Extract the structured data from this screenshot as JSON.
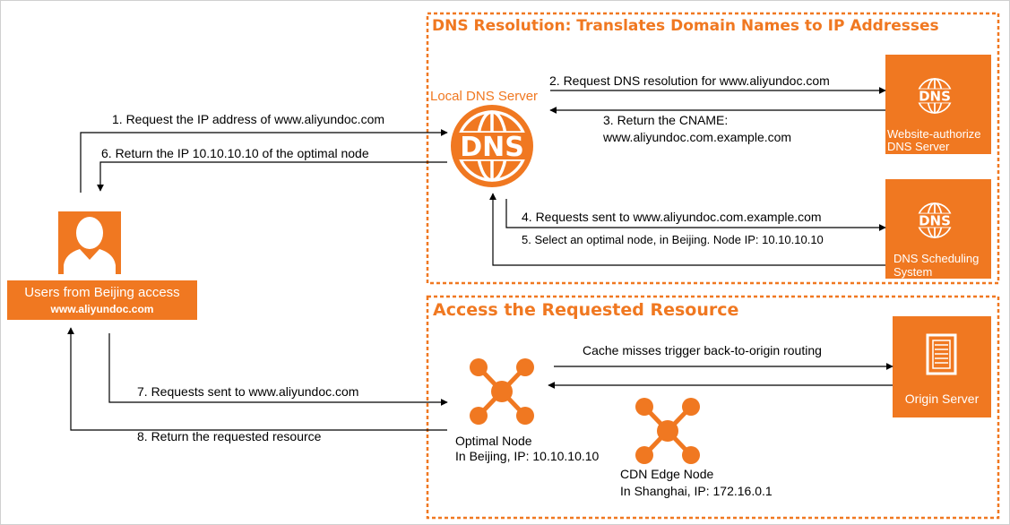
{
  "colors": {
    "accent": "#f07821",
    "line": "#000000",
    "frame": "#d0d0d0"
  },
  "sections": {
    "dns": {
      "title": "DNS Resolution: Translates Domain Names to IP Addresses"
    },
    "access": {
      "title": "Access the Requested Resource"
    }
  },
  "user": {
    "icon": "user-icon",
    "line1": "Users from Beijing access",
    "line2": "www.aliyundoc.com"
  },
  "local_dns": {
    "label": "Local DNS Server",
    "icon": "dns-globe-icon"
  },
  "auth_dns": {
    "icon": "dns-globe-icon",
    "line1": "Website-authorize",
    "line2": "DNS Server"
  },
  "sched_dns": {
    "icon": "dns-globe-icon",
    "line1": "DNS Scheduling",
    "line2": "System"
  },
  "origin": {
    "icon": "server-icon",
    "label": "Origin Server"
  },
  "optimal_node": {
    "icon": "network-node-icon",
    "line1": "Optimal Node",
    "line2": "In Beijing, IP: 10.10.10.10"
  },
  "edge_node": {
    "icon": "network-node-icon",
    "line1": "CDN Edge Node",
    "line2": "In Shanghai, IP: 172.16.0.1"
  },
  "steps": {
    "s1": "1. Request the IP address of www.aliyundoc.com",
    "s2": "2. Request DNS resolution for www.aliyundoc.com",
    "s3a": "3. Return the CNAME:",
    "s3b": "www.aliyundoc.com.example.com",
    "s4": "4. Requests sent to www.aliyundoc.com.example.com",
    "s5": "5. Select an optimal node, in Beijing. Node IP: 10.10.10.10",
    "s6": "6. Return the IP 10.10.10.10 of the optimal node",
    "s7": "7. Requests sent to www.aliyundoc.com",
    "s8": "8. Return the requested resource",
    "cache": "Cache misses trigger back-to-origin routing"
  }
}
